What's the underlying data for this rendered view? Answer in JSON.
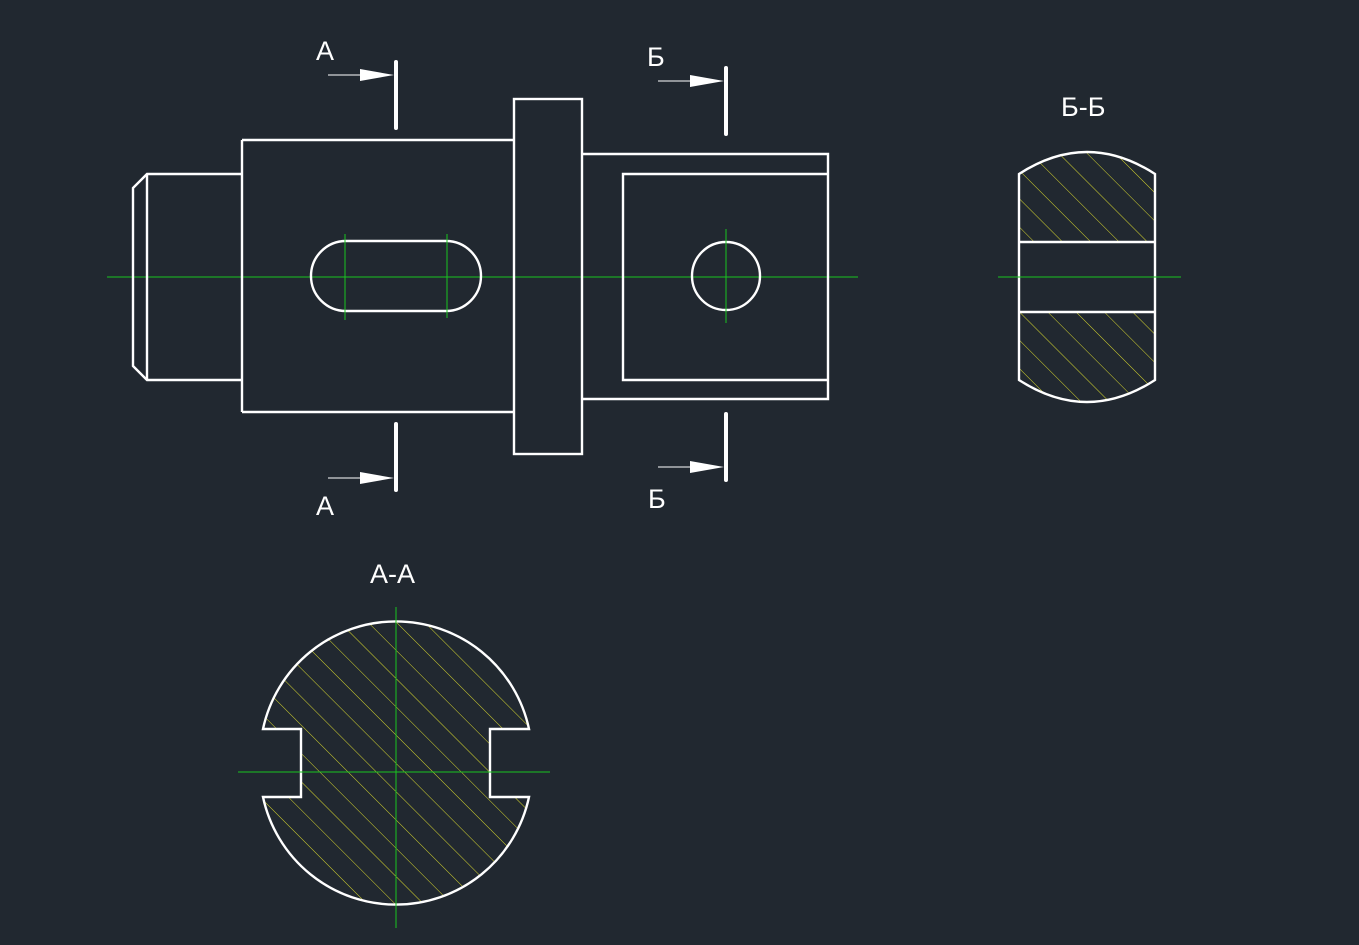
{
  "colors": {
    "background": "#212830",
    "outline": "#ffffff",
    "centerline": "#19c41f",
    "hatch": "#d6d62e"
  },
  "section_marks": {
    "a_top": "А",
    "a_bottom": "А",
    "b_top": "Б",
    "b_bottom": "Б"
  },
  "views": {
    "section_b_title": "Б-Б",
    "section_a_title": "А-А"
  }
}
